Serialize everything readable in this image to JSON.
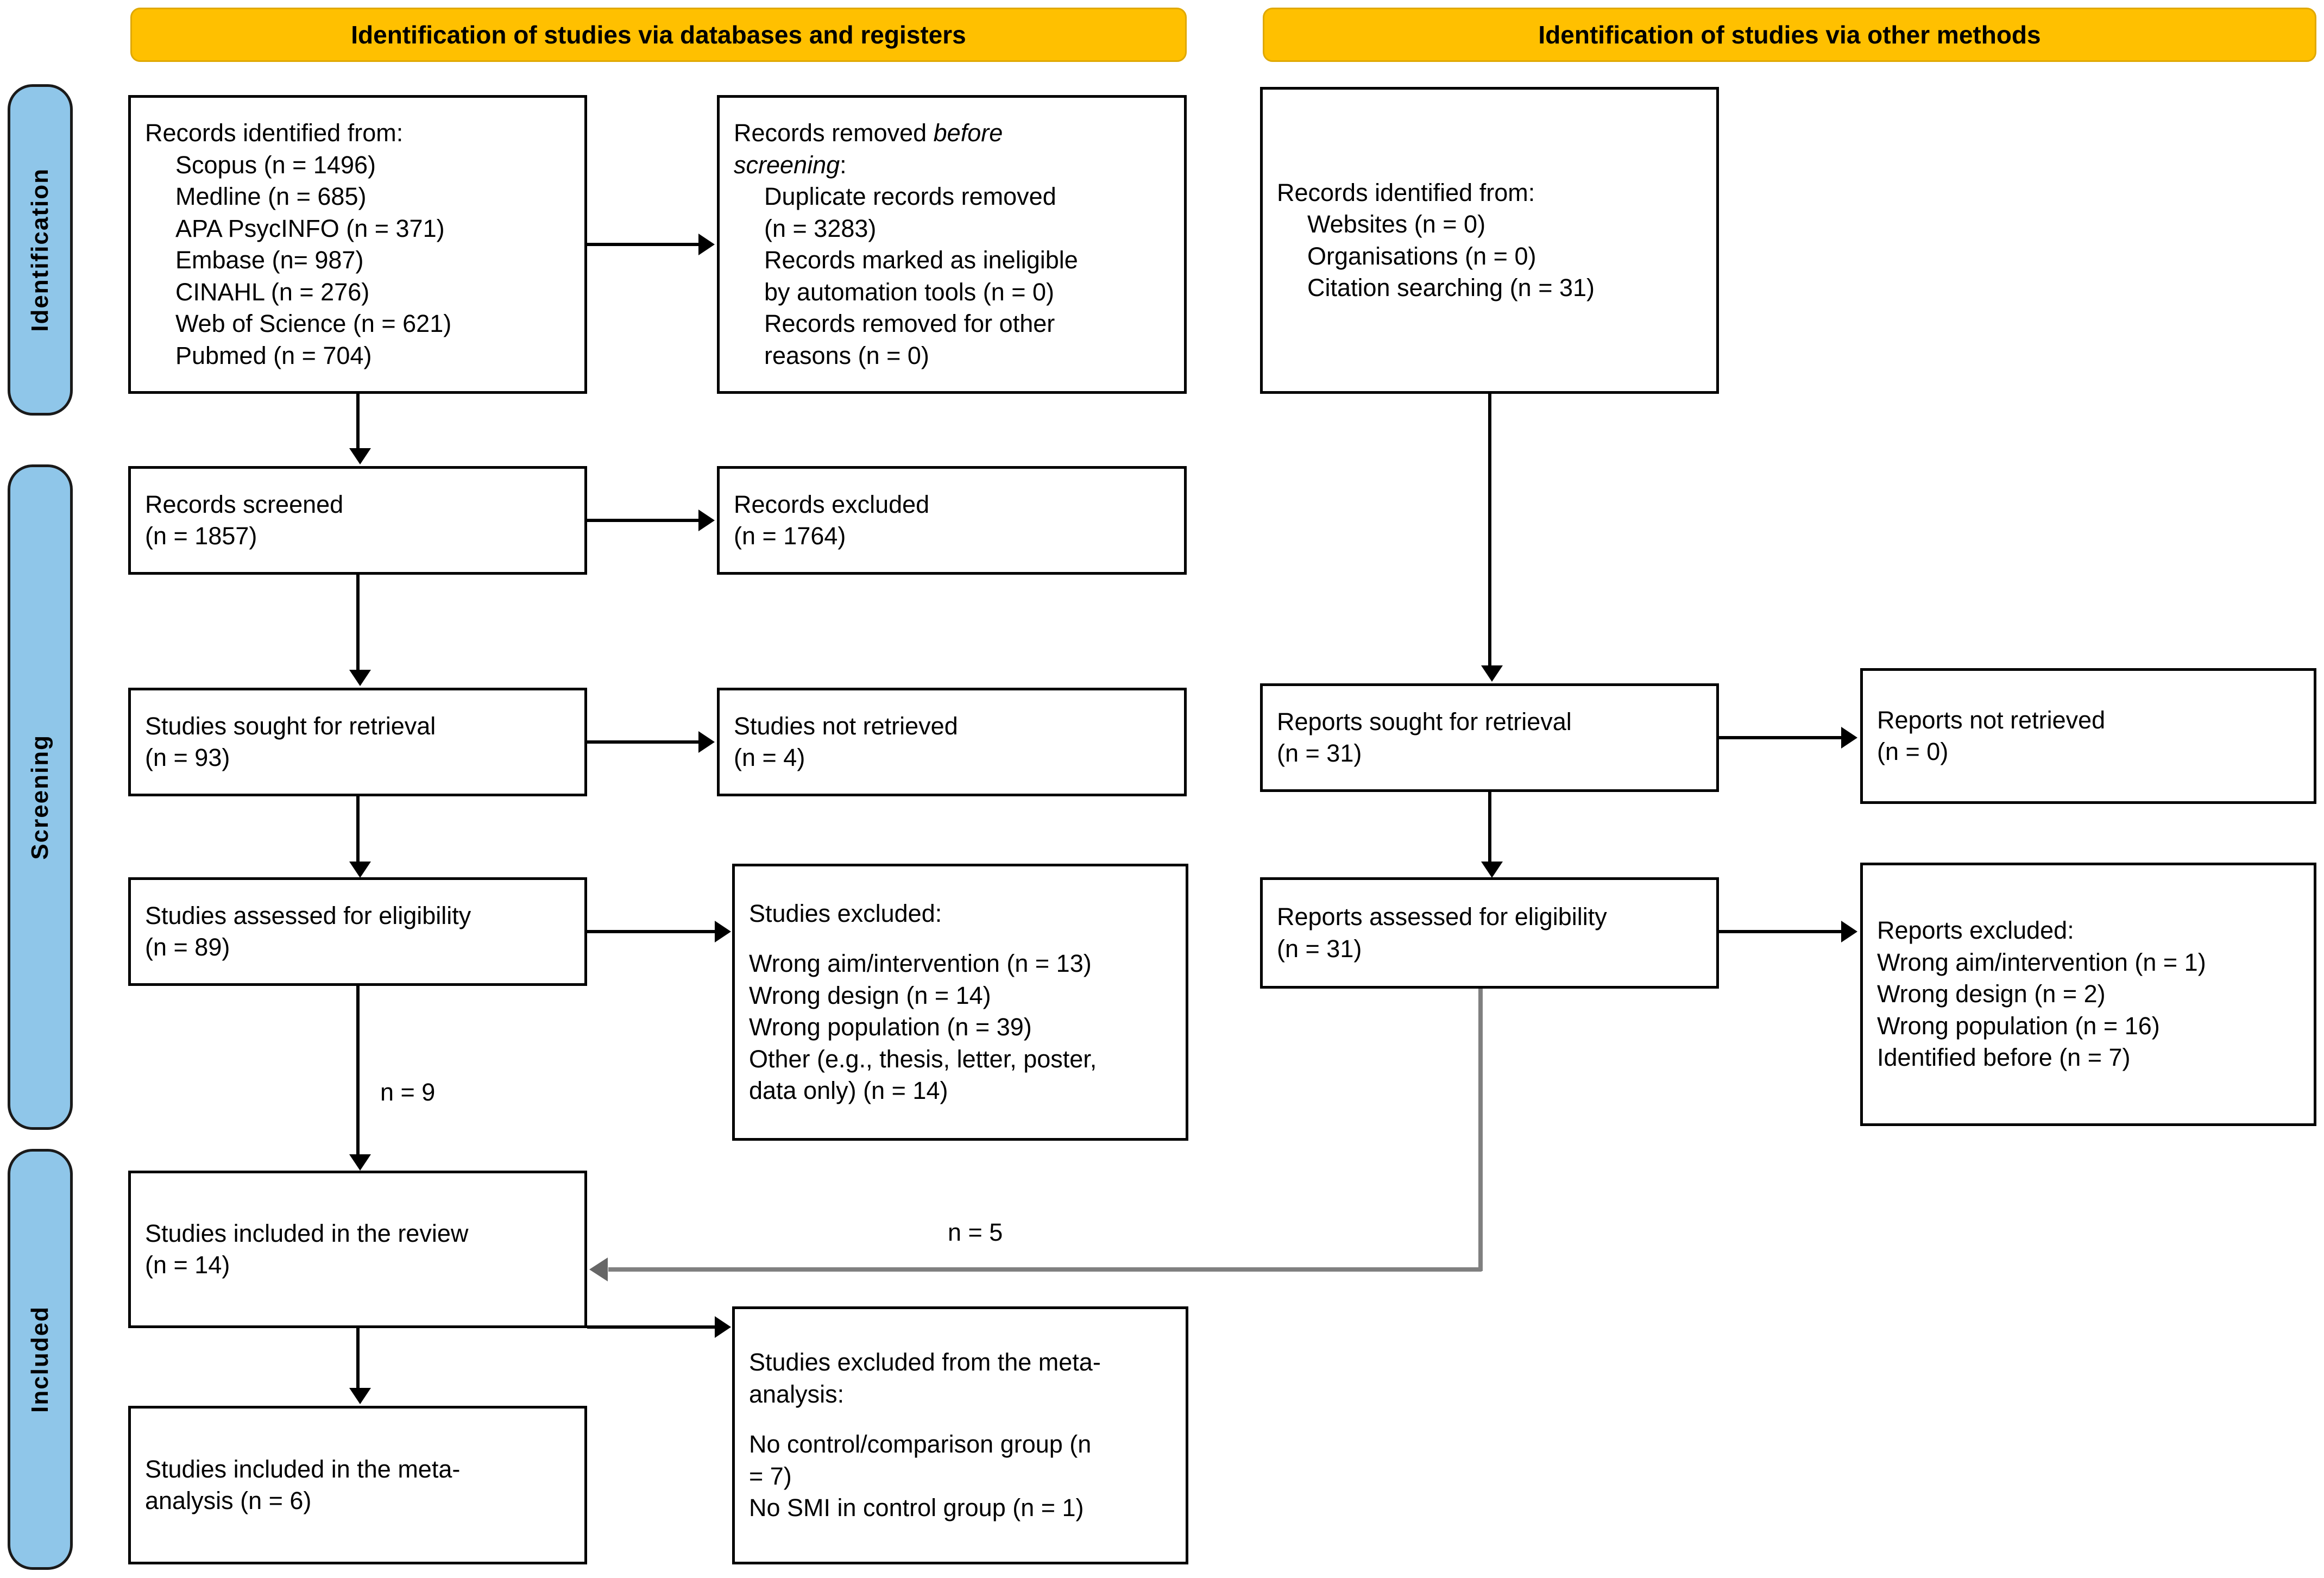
{
  "diagram": {
    "type": "prisma-flow-diagram",
    "colors": {
      "banner": "#FFC000",
      "phase_pill": "#8FC6E9",
      "box_border": "#000000",
      "grey_connector": "#808080"
    }
  },
  "banners": {
    "left": "Identification of studies via databases and registers",
    "right": "Identification of studies via other methods"
  },
  "phases": {
    "identification": "Identification",
    "screening": "Screening",
    "included": "Included"
  },
  "boxes": {
    "records_identified_db": {
      "title": "Records identified from:",
      "items": [
        "Scopus (n = 1496)",
        "Medline (n = 685)",
        "APA PsycINFO (n = 371)",
        "Embase (n= 987)",
        "CINAHL (n = 276)",
        "Web of Science (n = 621)",
        "Pubmed (n = 704)"
      ]
    },
    "records_removed": {
      "title_pre": "Records removed ",
      "title_ital": "before",
      "title_ital2": "screening",
      "title_post": ":",
      "items": [
        "Duplicate records removed",
        "(n = 3283)",
        "Records marked as ineligible",
        "by automation tools (n = 0)",
        "Records removed for other",
        "reasons (n = 0)"
      ]
    },
    "records_screened": {
      "l1": "Records screened",
      "l2": "(n = 1857)"
    },
    "records_excluded": {
      "l1": "Records excluded",
      "l2": "(n = 1764)"
    },
    "studies_sought": {
      "l1": "Studies sought for retrieval",
      "l2": "(n = 93)"
    },
    "studies_not_retrieved": {
      "l1": "Studies not retrieved",
      "l2": "(n = 4)"
    },
    "studies_assessed": {
      "l1": "Studies assessed for eligibility",
      "l2": "(n = 89)"
    },
    "studies_excluded": {
      "title": "Studies excluded:",
      "items": [
        "Wrong aim/intervention (n = 13)",
        "Wrong design (n = 14)",
        "Wrong population (n = 39)",
        "Other (e.g., thesis, letter, poster,",
        "data only) (n = 14)"
      ]
    },
    "studies_included_review": {
      "l1": "Studies included in the review",
      "l2": "(n = 14)"
    },
    "studies_excluded_meta": {
      "l1": "Studies excluded from the meta-",
      "l2": "analysis:",
      "l3": "No control/comparison group (n",
      "l4": "= 7)",
      "l5": "No SMI in control group (n = 1)"
    },
    "studies_included_meta": {
      "l1": "Studies included in the meta-",
      "l2": "analysis (n = 6)"
    },
    "records_identified_other": {
      "title": "Records identified from:",
      "items": [
        "Websites (n = 0)",
        "Organisations (n = 0)",
        "Citation searching (n = 31)"
      ]
    },
    "reports_sought": {
      "l1": "Reports sought for retrieval",
      "l2": "(n = 31)"
    },
    "reports_not_retrieved": {
      "l1": "Reports not retrieved",
      "l2": "(n = 0)"
    },
    "reports_assessed": {
      "l1": "Reports assessed for eligibility",
      "l2": "(n = 31)"
    },
    "reports_excluded": {
      "title": "Reports excluded:",
      "items": [
        "Wrong aim/intervention (n = 1)",
        "Wrong design (n = 2)",
        "Wrong population (n = 16)",
        "Identified before (n = 7)"
      ]
    }
  },
  "edge_labels": {
    "n9": "n = 9",
    "n5": "n = 5"
  }
}
